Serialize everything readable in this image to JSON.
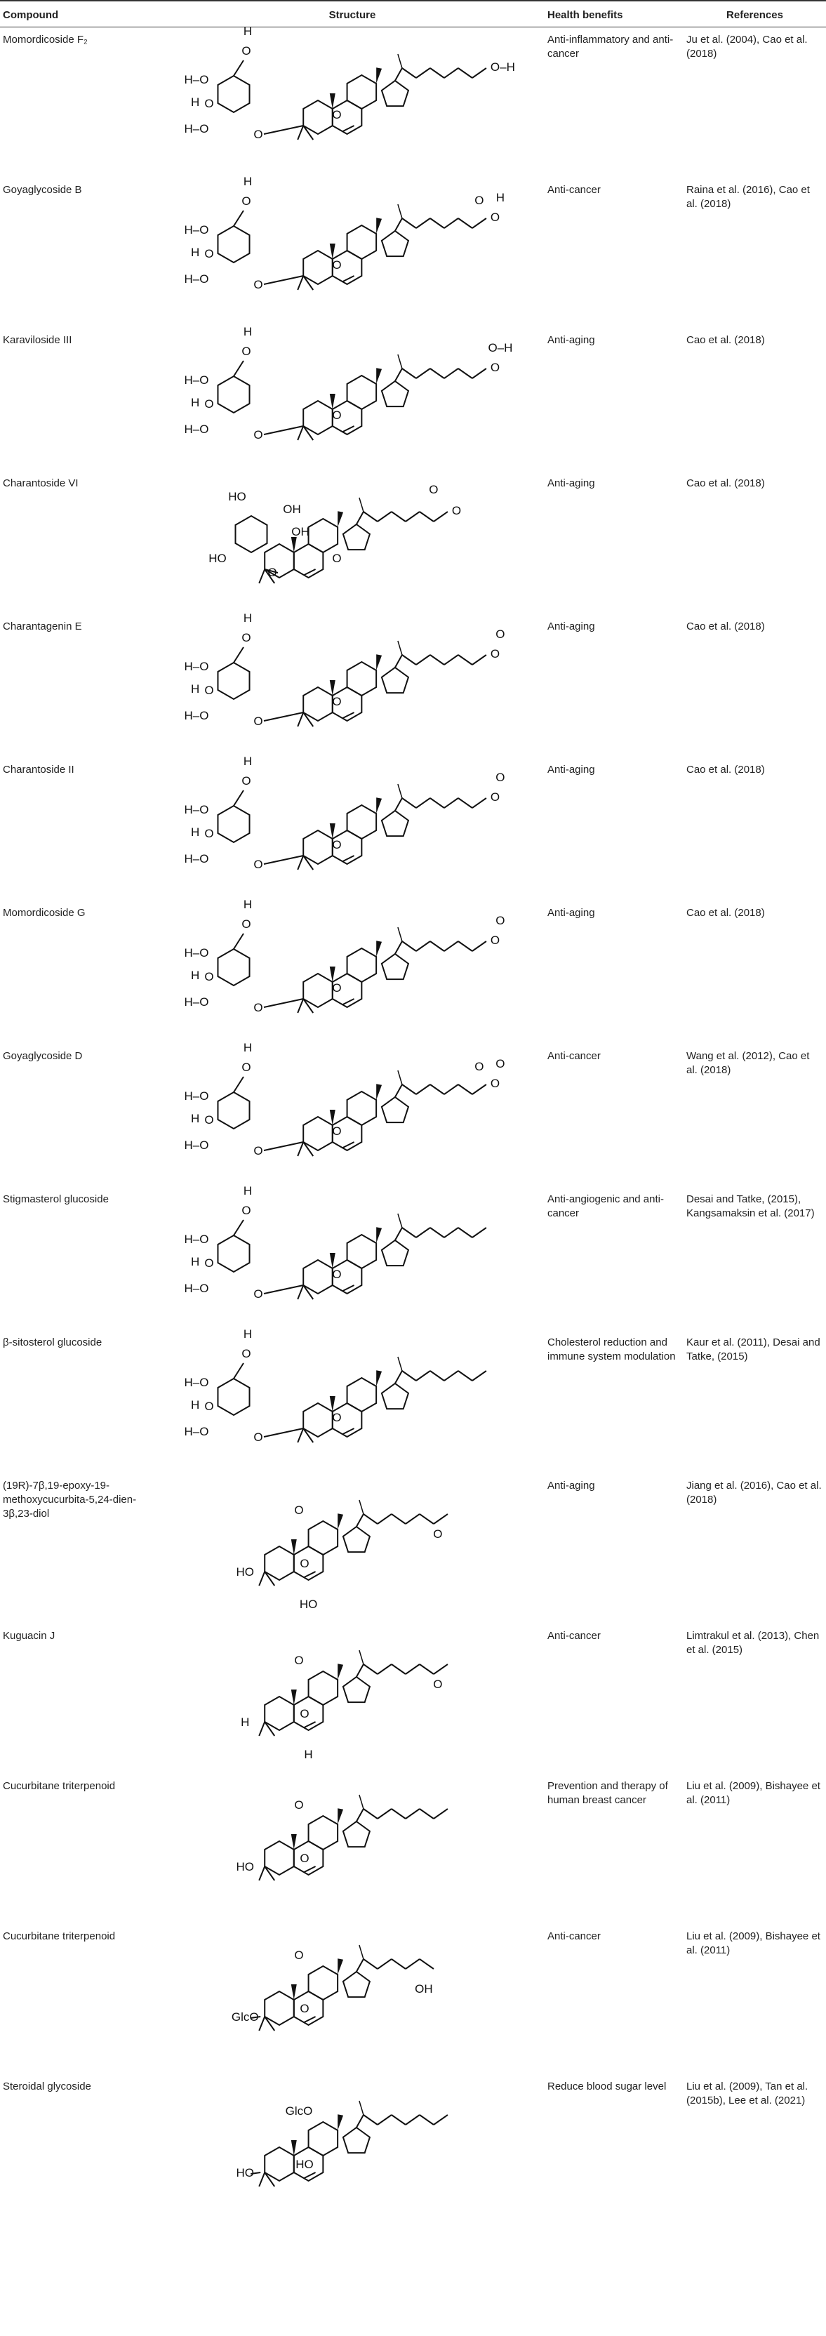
{
  "headers": {
    "compound": "Compound",
    "structure": "Structure",
    "benefits": "Health benefits",
    "references": "References"
  },
  "rows": [
    {
      "compound": "Momordicoside F₂",
      "benefits": "Anti-inflammatory and anti-cancer",
      "references": "Ju et al. (2004), Cao et al. (2018)"
    },
    {
      "compound": "Goyaglycoside B",
      "benefits": "Anti-cancer",
      "references": "Raina et al. (2016), Cao et al. (2018)"
    },
    {
      "compound": "Karaviloside III",
      "benefits": "Anti-aging",
      "references": "Cao et al. (2018)"
    },
    {
      "compound": "Charantoside VI",
      "benefits": "Anti-aging",
      "references": "Cao et al. (2018)"
    },
    {
      "compound": "Charantagenin E",
      "benefits": "Anti-aging",
      "references": "Cao et al. (2018)"
    },
    {
      "compound": "Charantoside II",
      "benefits": "Anti-aging",
      "references": "Cao et al. (2018)"
    },
    {
      "compound": "Momordicoside G",
      "benefits": "Anti-aging",
      "references": "Cao et al. (2018)"
    },
    {
      "compound": "Goyaglycoside D",
      "benefits": "Anti-cancer",
      "references": "Wang et al. (2012), Cao et al. (2018)"
    },
    {
      "compound": "Stigmasterol glucoside",
      "benefits": "Anti-angiogenic and anti-cancer",
      "references": "Desai and Tatke, (2015), Kangsamaksin et al. (2017)"
    },
    {
      "compound": "β-sitosterol glucoside",
      "benefits": "Cholesterol reduction and immune system modulation",
      "references": "Kaur et al. (2011), Desai and Tatke, (2015)"
    },
    {
      "compound": "(19R)-7β,19-epoxy-19-methoxycucurbita-5,24-dien-3β,23-diol",
      "benefits": "Anti-aging",
      "references": "Jiang et al. (2016), Cao et al. (2018)"
    },
    {
      "compound": "Kuguacin J",
      "benefits": "Anti-cancer",
      "references": "Limtrakul et al. (2013), Chen et al. (2015)"
    },
    {
      "compound": "Cucurbitane triterpenoid",
      "benefits": "Prevention and therapy of human breast cancer",
      "references": "Liu et al. (2009), Bishayee et al. (2011)"
    },
    {
      "compound": "Cucurbitane triterpenoid",
      "benefits": "Anti-cancer",
      "references": "Liu et al. (2009), Bishayee et al. (2011)"
    },
    {
      "compound": "Steroidal glycoside",
      "benefits": "Reduce blood sugar level",
      "references": "Liu et al. (2009), Tan et al. (2015b), Lee et al. (2021)"
    }
  ],
  "structure_labels": {
    "r0": [
      "H",
      "O",
      "H–O",
      "H",
      "O",
      "H–O",
      "O",
      "O",
      "O–H"
    ],
    "r1": [
      "H",
      "O",
      "H–O",
      "H",
      "O",
      "H–O",
      "O",
      "O",
      "O",
      "H",
      "O"
    ],
    "r2": [
      "H",
      "O",
      "H–O",
      "H",
      "O",
      "H–O",
      "O",
      "O",
      "O",
      "O–H"
    ],
    "r3": [
      "HO",
      "OH",
      "OH",
      "HO",
      "O",
      "O",
      "O",
      "O"
    ],
    "r4": [
      "H",
      "O",
      "H–O",
      "H",
      "O",
      "H–O",
      "O",
      "O",
      "O",
      "O"
    ],
    "r5": [
      "H",
      "O",
      "H–O",
      "H",
      "O",
      "H–O",
      "O",
      "O",
      "O",
      "O"
    ],
    "r6": [
      "H",
      "O",
      "H–O",
      "H",
      "O",
      "H–O",
      "O",
      "O",
      "O",
      "O"
    ],
    "r7": [
      "H",
      "O",
      "H–O",
      "H",
      "O",
      "H–O",
      "O",
      "O",
      "O",
      "O",
      "O"
    ],
    "r8": [
      "H",
      "O",
      "H–O",
      "H",
      "O",
      "H–O",
      "O",
      "O"
    ],
    "r9": [
      "H",
      "O",
      "H–O",
      "H",
      "O",
      "H–O",
      "O",
      "O"
    ],
    "r10": [
      "O",
      "HO",
      "O",
      "O",
      "HO"
    ],
    "r11": [
      "O",
      "H",
      "O",
      "O",
      "H"
    ],
    "r12": [
      "O",
      "HO",
      "O"
    ],
    "r13": [
      "O",
      "GlcO",
      "O",
      "OH"
    ],
    "r14": [
      "GlcO",
      "HO",
      "HO"
    ]
  }
}
